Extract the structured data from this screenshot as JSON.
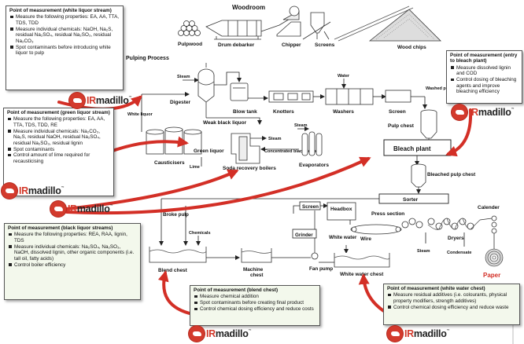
{
  "sections": {
    "woodroom": "Woodroom",
    "pulping": "Pulping Process"
  },
  "brand": {
    "prefix": "IR",
    "suffix": "madillo",
    "mark": "™"
  },
  "colors": {
    "arrow": "#d32f26",
    "logo": "#d33a2c",
    "paper": "#d32f26"
  },
  "labels": {
    "pulpwood": "Pulpwood",
    "drum_debarker": "Drum debarker",
    "chipper": "Chipper",
    "screens": "Screens",
    "wood_chips": "Wood chips",
    "steam_top": "Steam",
    "digester": "Digester",
    "white_liquor": "White liquor",
    "blow_tank": "Blow tank",
    "knotters": "Knotters",
    "water": "Water",
    "washers": "Washers",
    "screen": "Screen",
    "washed_pulp": "Washed pulp",
    "pulp_chest": "Pulp chest",
    "weak_black_liquor": "Weak black liquor",
    "steam_mid": "Steam",
    "steam_evap": "Steam",
    "green_liquor": "Green liquor",
    "lime": "Lime",
    "causticisers": "Causticisers",
    "soda_recovery": "Soda recovery boilers",
    "concentrated_black_liquor": "Concentrated black liquor",
    "evaporators": "Evaporators",
    "bleach_plant": "Bleach plant",
    "bleached_pulp_chest": "Bleached pulp chest",
    "sorter": "Sorter",
    "broke_pulp": "Broke pulp",
    "chemicals": "Chemicals",
    "screen2": "Screen",
    "headbox": "Headbox",
    "press_section": "Press section",
    "calender": "Calender",
    "grinder": "Grinder",
    "white_water": "White water",
    "wire": "Wire",
    "dryers": "Dryers",
    "steam_bottom": "Steam",
    "condensate": "Condensate",
    "paper": "Paper",
    "blend_chest": "Blend chest",
    "machine_chest": "Machine chest",
    "fan_pump": "Fan pump",
    "white_water_chest": "White water chest"
  },
  "boxes": {
    "white_liquor": {
      "title": "Point of measurement (white liquor stream)",
      "items": [
        "Measure the following properties: EA, AA, TTA, TDS, TDD",
        "Measure individual chemicals: NaOH, Na₂S, residual Na₂SO₄, residual Na₂SO₃, residual Na₂CO₃",
        "Spot contaminants before introducing white liquor to pulp"
      ]
    },
    "green_liquor": {
      "title": "Point of measurement (green liquor stream)",
      "items": [
        "Measure the following properties: EA, AA, TTA, TDS, TDD, RE",
        "Measure individual chemicals: Na₂CO₃, Na₂S, residual NaOH, residual Na₂SO₄, residual Na₂SO₃, residual lignin",
        "Spot contaminants",
        "Control amount of lime required for recausticising"
      ]
    },
    "black_liquor": {
      "title": "Point of measurement (black liquor streams)",
      "items": [
        "Measure the following properties: REA, RAA, lignin, TDS",
        "Measure individual chemicals: Na₂SO₄, Na₂SO₃, NaOH, dissolved lignin, other organic components (i.e. tall oil, fatty acids)",
        "Control boiler efficiency"
      ]
    },
    "bleach_plant": {
      "title": "Point of measurement (entry to bleach plant)",
      "items": [
        "Measure dissolved lignin and COD",
        "Control dosing of bleaching agents and improve bleaching efficiency"
      ]
    },
    "blend_chest": {
      "title": "Point of measurement (blend chest)",
      "items": [
        "Measure chemical addition",
        "Spot contaminants before creating final product",
        "Control chemical dosing efficiency and reduce costs"
      ]
    },
    "white_water": {
      "title": "Point of measurement (white water chest)",
      "items": [
        "Measure residual additives (i.e. colourants, physical property modifiers, strength additives)",
        "Control chemical dosing efficiency and reduce waste"
      ]
    }
  }
}
